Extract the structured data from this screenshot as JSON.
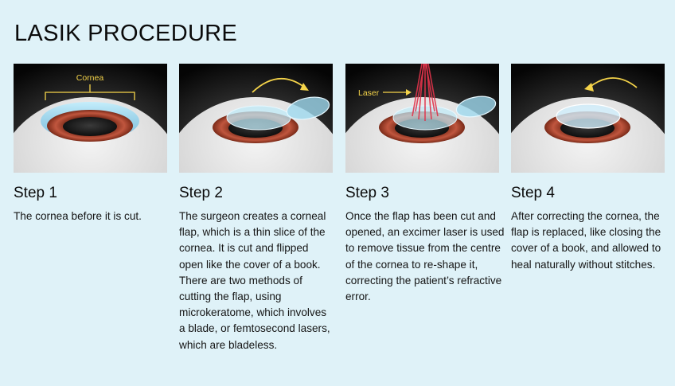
{
  "title": "LASIK PROCEDURE",
  "steps": [
    {
      "heading": "Step 1",
      "description": "The cornea before it is cut.",
      "callout": "Cornea"
    },
    {
      "heading": "Step 2",
      "description": "The surgeon creates a corneal flap, which is a thin slice of the cornea. It is cut and flipped open like the cover of a book. There are two methods of cutting the flap, using microkeratome, which involves a blade, or femtosecond lasers, which are bladeless."
    },
    {
      "heading": "Step 3",
      "description": "Once the flap has been cut and opened, an excimer laser is used to remove tissue from the centre of the cornea to re-shape it, correcting the patient’s refractive error.",
      "callout": "Laser"
    },
    {
      "heading": "Step 4",
      "description": "After correcting the cornea, the flap is replaced, like closing the cover of a book, and allowed to heal naturally without stitches."
    }
  ],
  "colors": {
    "background": "#dff2f8",
    "callout": "#f5d44a",
    "laser": "#e0334a",
    "iris": "#c0563e"
  }
}
